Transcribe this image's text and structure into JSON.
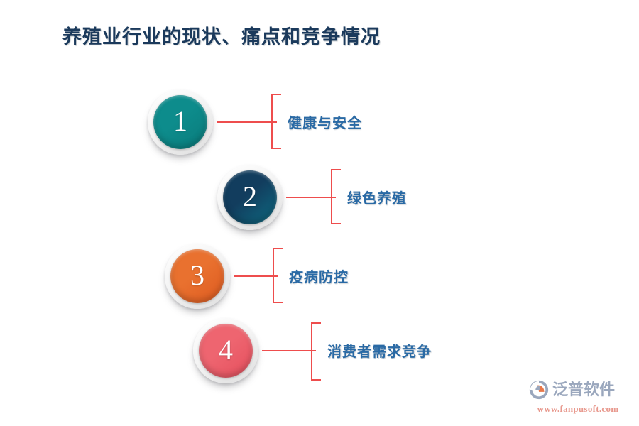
{
  "slide": {
    "title": "养殖业行业的现状、痛点和竞争情况",
    "background_color": "#ffffff",
    "title_color": "#1b3a5c",
    "label_color": "#2a6aa5",
    "accent_color": "#ee4d4d"
  },
  "items": [
    {
      "number": "1",
      "label": "健康与安全",
      "color": "#0d8c8c",
      "color_end": "#0a7b7b"
    },
    {
      "number": "2",
      "label": "绿色养殖",
      "color": "#123d5e",
      "color_end": "#0e6b82"
    },
    {
      "number": "3",
      "label": "疫病防控",
      "color": "#e9712f",
      "color_end": "#dd5a20"
    },
    {
      "number": "4",
      "label": "消费者需求竞争",
      "color": "#ee6570",
      "color_end": "#e54f5d"
    }
  ],
  "watermark": {
    "brand": "泛普软件",
    "url": "www.fanpusoft.com",
    "brand_color": "#9aa7bd",
    "url_color": "#e8998e"
  }
}
